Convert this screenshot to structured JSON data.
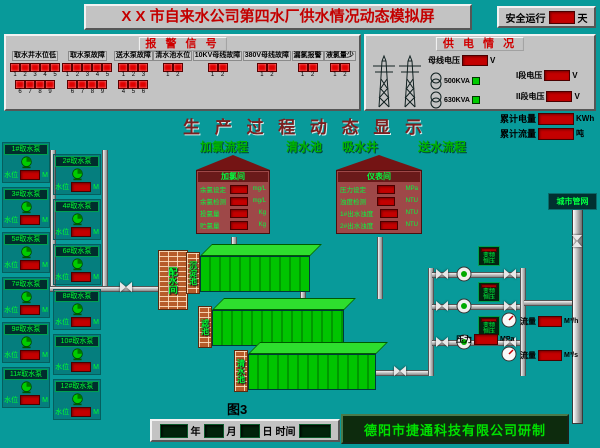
{
  "header": {
    "title": "X X 市自来水公司第四水厂供水情况动态模拟屏",
    "safe_run_label": "安全运行",
    "safe_run_unit": "天"
  },
  "alarm": {
    "title": "报 警 信 号",
    "groups": [
      {
        "label": "取水井水位低",
        "indicators": [
          "1",
          "2",
          "3",
          "4",
          "5",
          "6",
          "7",
          "8",
          "9"
        ]
      },
      {
        "label": "取水泵故障",
        "indicators": [
          "1",
          "2",
          "3",
          "4",
          "5",
          "6",
          "7",
          "8",
          "9"
        ]
      },
      {
        "label": "送水泵故障",
        "indicators": [
          "1",
          "2",
          "3",
          "4",
          "5",
          "6"
        ]
      },
      {
        "label": "清水池水位",
        "indicators": [
          "1",
          "2"
        ]
      },
      {
        "label": "10KV母线故障",
        "indicators": [
          "1",
          "2"
        ]
      },
      {
        "label": "380V母线故障",
        "indicators": [
          "1",
          "2"
        ]
      },
      {
        "label": "漏氯报警",
        "indicators": [
          "1",
          "2"
        ]
      },
      {
        "label": "液氯量少",
        "indicators": [
          "1",
          "2"
        ]
      }
    ]
  },
  "power": {
    "title": "供 电 情 况",
    "bus_voltage": {
      "label": "母线电压",
      "unit": "V"
    },
    "transformers": [
      "500KVA",
      "630KVA"
    ],
    "sections": [
      {
        "label": "I段电压",
        "unit": "V"
      },
      {
        "label": "II段电压",
        "unit": "V"
      }
    ]
  },
  "totals": [
    {
      "label": "累计电量",
      "unit": "KWh"
    },
    {
      "label": "累计流量",
      "unit": "吨"
    }
  ],
  "process": {
    "title": "生 产 过 程 动 态 显 示",
    "sections": [
      "加氯流程",
      "清水池",
      "吸水井",
      "送水流程"
    ]
  },
  "pumps": {
    "level_label": "水位",
    "level_unit": "M",
    "col1": [
      {
        "name": "1#取水泵"
      },
      {
        "name": "3#取水泵"
      },
      {
        "name": "5#取水泵"
      },
      {
        "name": "7#取水泵"
      },
      {
        "name": "9#取水泵"
      },
      {
        "name": "11#取水泵"
      }
    ],
    "col2": [
      {
        "name": "2#取水泵"
      },
      {
        "name": "4#取水泵"
      },
      {
        "name": "6#取水泵"
      },
      {
        "name": "8#取水泵"
      },
      {
        "name": "10#取水泵"
      },
      {
        "name": "12#取水泵"
      }
    ]
  },
  "chlorine_house": {
    "name": "加氯间",
    "rows": [
      {
        "label": "余氯设定",
        "unit": "mg/L"
      },
      {
        "label": "余氯检测",
        "unit": "mg/L"
      },
      {
        "label": "投氯量",
        "unit": "Kg"
      },
      {
        "label": "贮氯量",
        "unit": "Kg"
      }
    ]
  },
  "instrument_house": {
    "name": "仪表间",
    "rows": [
      {
        "label": "压力设定",
        "unit": "MPa"
      },
      {
        "label": "浊度检测",
        "unit": "NTU"
      },
      {
        "label": "1#出水浊度",
        "unit": "NTU"
      },
      {
        "label": "2#出水浊度",
        "unit": "NTU"
      }
    ]
  },
  "plant": {
    "dist_room": "配水间",
    "tanks": [
      {
        "label": "沉淀池"
      },
      {
        "label": "滤池"
      },
      {
        "label": "清水池"
      }
    ],
    "vfd_label": "变频恒压"
  },
  "delivery": {
    "network": "城市管网",
    "flow_h": {
      "label": "流量",
      "unit": "M³/h"
    },
    "pressure": {
      "label": "压力",
      "unit": "MPa"
    },
    "flow_s": {
      "label": "流量",
      "unit": "M³/s"
    }
  },
  "footer": {
    "figure": "图3",
    "date": {
      "year": "年",
      "month": "月",
      "day": "日",
      "time": "时间"
    },
    "company": "德阳市捷通科技有限公司研制"
  }
}
